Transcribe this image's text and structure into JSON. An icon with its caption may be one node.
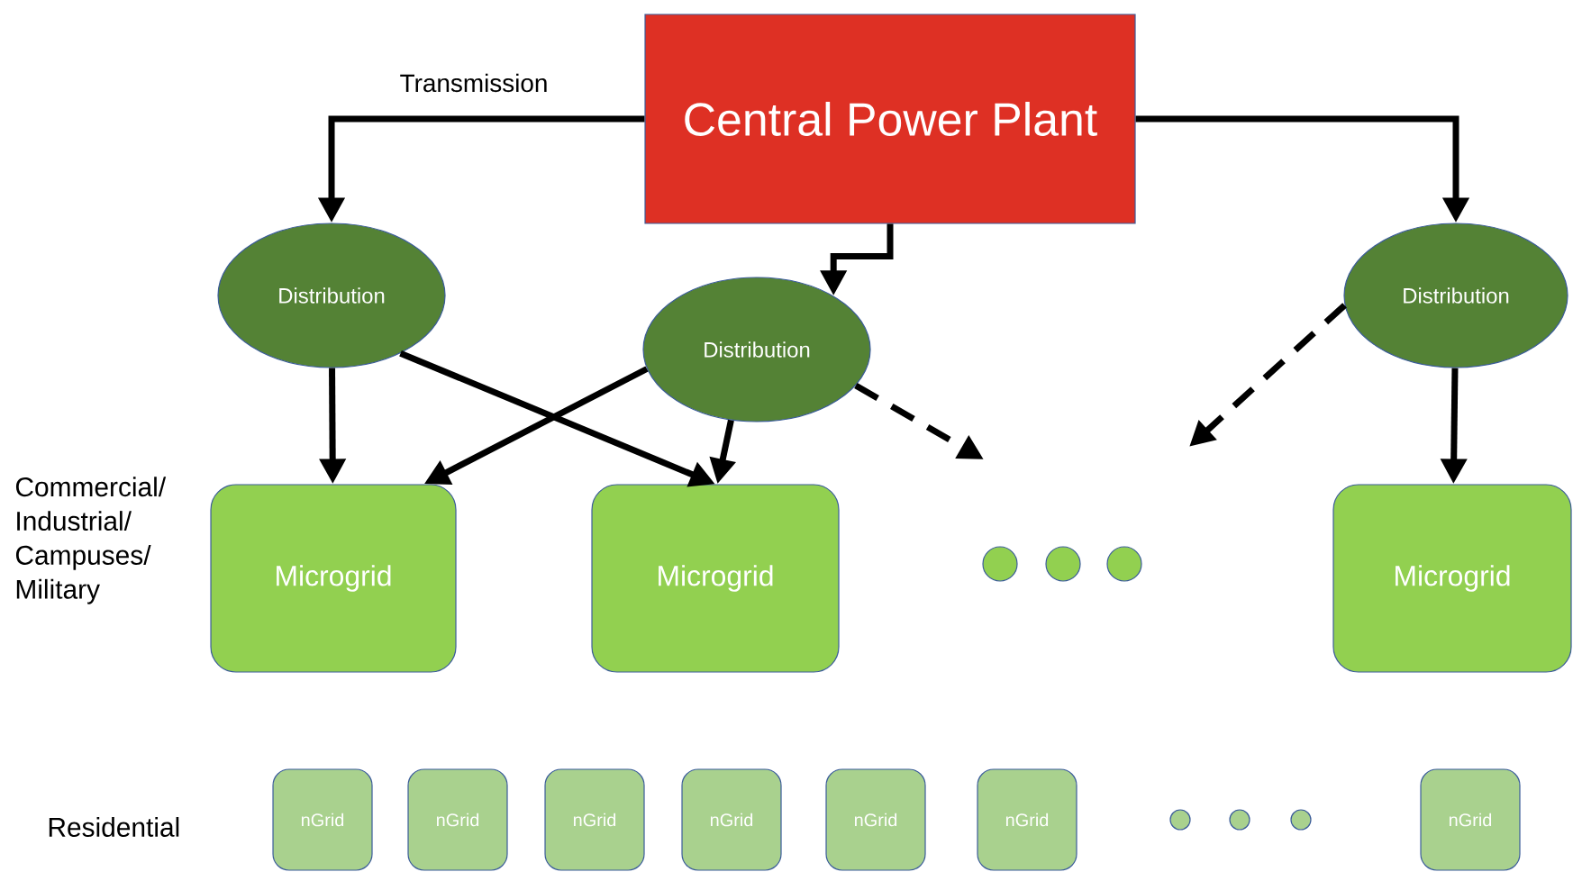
{
  "diagram": {
    "nodes": [
      {
        "text": [
          "Central Power Plant"
        ]
      },
      {
        "text": [
          "Distribution"
        ]
      },
      {
        "text": [
          "Distribution"
        ]
      },
      {
        "text": [
          "Distribution"
        ]
      },
      {
        "text": [
          "Microgrid"
        ]
      },
      {
        "text": [
          "Microgrid"
        ]
      },
      {
        "text": [],
        "shape": "circle"
      },
      {
        "text": [],
        "shape": "circle"
      },
      {
        "text": [],
        "shape": "circle"
      },
      {
        "text": [
          "Microgrid"
        ]
      },
      {
        "text": [
          "nGrid"
        ]
      },
      {
        "text": [
          "nGrid"
        ]
      },
      {
        "text": [
          "nGrid"
        ]
      },
      {
        "text": [
          "nGrid"
        ]
      },
      {
        "text": [
          "nGrid"
        ]
      },
      {
        "text": [
          "nGrid"
        ]
      },
      {
        "text": [],
        "shape": "circle"
      },
      {
        "text": [],
        "shape": "circle"
      },
      {
        "text": [],
        "shape": "circle"
      },
      {
        "text": [
          "nGrid"
        ]
      }
    ],
    "edges": [
      {
        "from": 0,
        "to": 1,
        "arrow": "to",
        "label": "Transmission"
      },
      {
        "from": 0,
        "to": 2,
        "arrow": "to"
      },
      {
        "from": 0,
        "to": 3,
        "arrow": "to"
      },
      {
        "from": 1,
        "to": 4,
        "arrow": "to"
      },
      {
        "from": 1,
        "to": 5,
        "arrow": "to"
      },
      {
        "from": 2,
        "to": 4,
        "arrow": "to"
      },
      {
        "from": 2,
        "to": 5,
        "arrow": "to"
      },
      {
        "from": 2,
        "to": null,
        "arrow": "to",
        "style": "dashed"
      },
      {
        "from": 3,
        "to": null,
        "arrow": "to",
        "style": "dashed"
      },
      {
        "from": 3,
        "to": 9,
        "arrow": "to"
      }
    ],
    "labels": [
      "Commercial/ Industrial/ Campuses/ Military",
      "Residential"
    ]
  }
}
